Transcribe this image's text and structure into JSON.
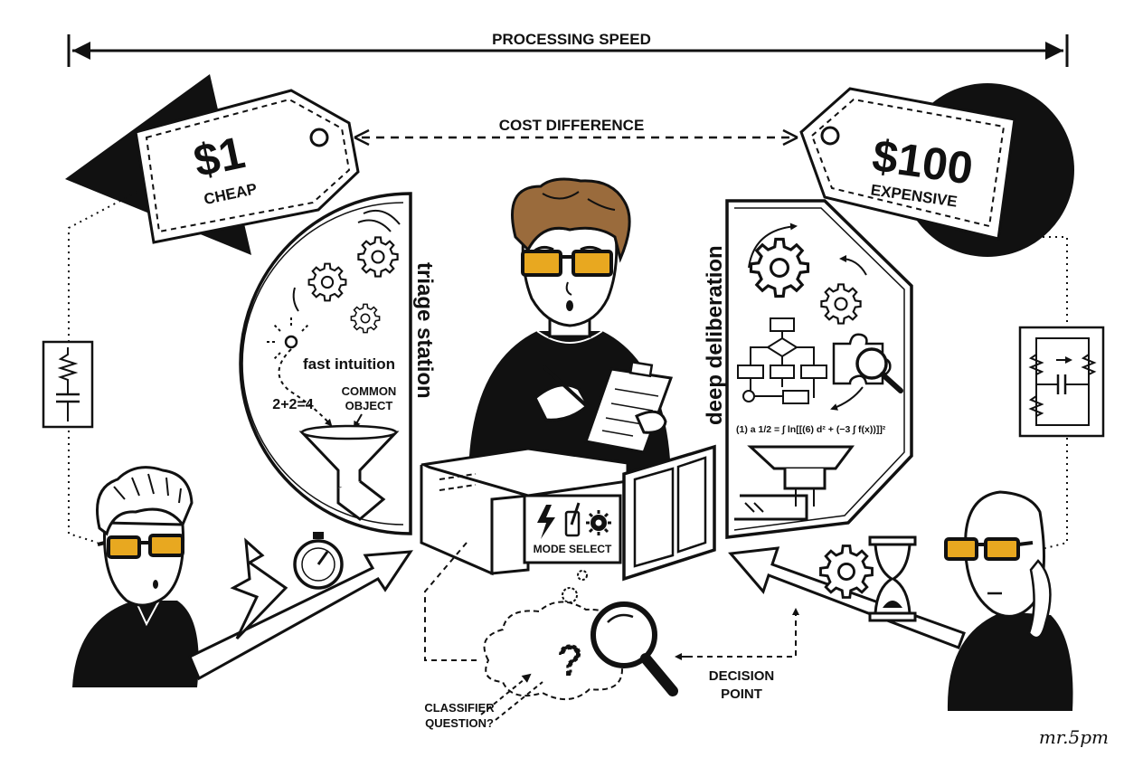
{
  "header": {
    "speed_label": "PROCESSING SPEED",
    "cost_label": "COST DIFFERENCE"
  },
  "cheap_tag": {
    "price": "$1",
    "label": "CHEAP"
  },
  "expensive_tag": {
    "price": "$100",
    "label": "EXPENSIVE"
  },
  "triage": {
    "title": "triage station",
    "fast_label": "fast intuition",
    "sum": "2+2=4",
    "object_line1": "COMMON",
    "object_line2": "OBJECT"
  },
  "deliberation": {
    "title": "deep deliberation",
    "equation": "(1) a 1/2 = ∫ ln[[(6) d² + (−3 ∫ f(x))]]²"
  },
  "center": {
    "mode_label": "MODE SELECT"
  },
  "bottom": {
    "classifier_line1": "CLASSIFIER",
    "classifier_line2": "QUESTION?",
    "decision_line1": "DECISION",
    "decision_line2": "POINT",
    "thought_mark": "?"
  },
  "signature": "mr.5pm",
  "colors": {
    "ink": "#111111",
    "paper": "#ffffff",
    "lens": "#e8a820",
    "hair": "#9a6b3c"
  }
}
